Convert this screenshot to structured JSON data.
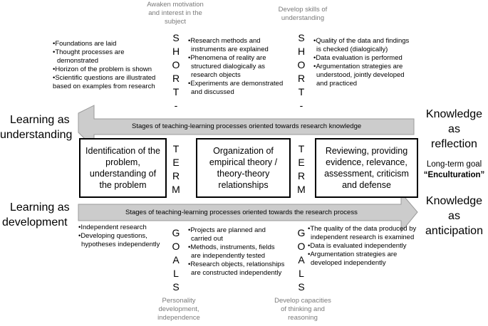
{
  "top_captions": {
    "left": [
      "Awaken motivation",
      "and interest in the",
      "subject"
    ],
    "right": [
      "Develop skills of",
      "understanding"
    ]
  },
  "bottom_captions": {
    "left": [
      "Personality",
      "development,",
      "independence"
    ],
    "right": [
      "Develop capacities",
      "of thinking and",
      "reasoning"
    ]
  },
  "short_term_letters": [
    "S",
    "H",
    "O",
    "R",
    "T",
    "-",
    "T",
    "E",
    "R",
    "M"
  ],
  "goals_letters": [
    "G",
    "O",
    "A",
    "L",
    "S"
  ],
  "top_bullets": {
    "col1": [
      "•Foundations are laid",
      "•Thought processes are",
      "demonstrated",
      "•Horizon of the problem is shown",
      "•Scientific questions are illustrated",
      "based on examples from research"
    ],
    "col2": [
      "•Research methods and",
      "instruments are explained",
      "•Phenomena of reality are",
      "structured dialogically as",
      "research objects",
      "•Experiments are demonstrated",
      "and discussed"
    ],
    "col3": [
      "•Quality of the data and findings",
      "is checked (dialogically)",
      "•Data evaluation is performed",
      "•Argumentation strategies are",
      "understood, jointly developed",
      "and practiced"
    ]
  },
  "bottom_bullets": {
    "col1": [
      "•Independent research",
      "•Developing questions,",
      "hypotheses independently"
    ],
    "col2": [
      "•Projects are planned and",
      "carried out",
      "•Methods, instruments, fields",
      "are independently tested",
      "•Research objects, relationships",
      "are constructed independently"
    ],
    "col3": [
      "•The quality of the data produced by",
      "independent research is  examined",
      "•Data is evaluated independently",
      "•Argumentation strategies are",
      "developed independently"
    ]
  },
  "left_labels": {
    "understanding": [
      "Learning as",
      "understanding"
    ],
    "development": [
      "Learning as",
      "development"
    ]
  },
  "right_labels": {
    "reflection": [
      "Knowledge",
      "as",
      "reflection"
    ],
    "goal_line1": "Long-term goal",
    "goal_line2": "“Enculturation”",
    "anticipation": [
      "Knowledge",
      "as",
      "anticipation"
    ]
  },
  "arrows": {
    "top": "Stages of teaching-learning processes oriented towards research knowledge",
    "bottom": "Stages of teaching-learning processes oriented towards the research process",
    "fill": "#cccccc",
    "stroke": "#9a9a9a"
  },
  "boxes": [
    [
      "Identification of the",
      "problem,",
      "understanding of",
      "the problem"
    ],
    [
      "Organization of",
      "empirical theory /",
      "theory-theory",
      "relationships"
    ],
    [
      "Reviewing, providing",
      "evidence, relevance,",
      "assessment, criticism",
      "and defense"
    ]
  ]
}
